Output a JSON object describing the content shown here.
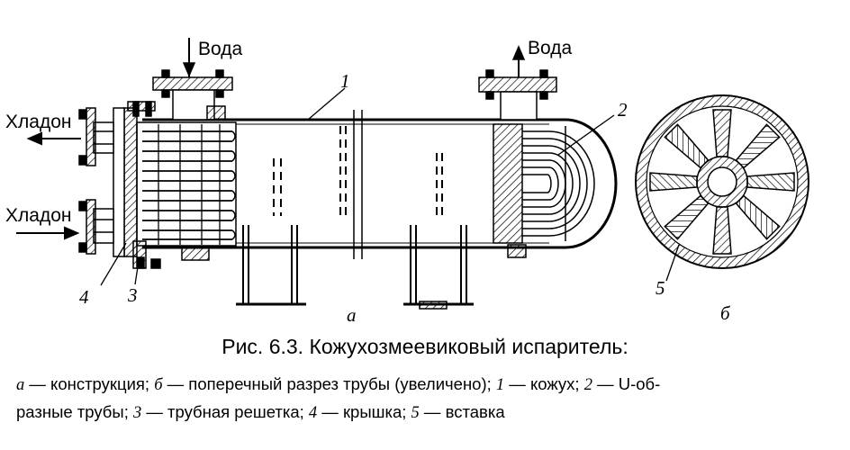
{
  "labels": {
    "water_in": "Вода",
    "water_out": "Вода",
    "freon_out": "Хладон",
    "freon_in": "Хладон",
    "num_1": "1",
    "num_2": "2",
    "num_3": "3",
    "num_4": "4",
    "num_5": "5",
    "view_a": "а",
    "view_b": "б"
  },
  "caption": "Рис. 6.3. Кожухозмеевиковый испаритель:",
  "legend": {
    "line1": [
      {
        "k": "а",
        "t": " — конструкция; "
      },
      {
        "k": "б",
        "t": " — поперечный разрез трубы (увеличено); "
      },
      {
        "k": "1",
        "t": " — кожух; "
      },
      {
        "k": "2",
        "t": " — U-об-"
      }
    ],
    "line2": [
      {
        "k": "",
        "t": "разные трубы; "
      },
      {
        "k": "3",
        "t": " — трубная решетка; "
      },
      {
        "k": "4",
        "t": " — крышка; "
      },
      {
        "k": "5",
        "t": " — вставка"
      }
    ]
  }
}
